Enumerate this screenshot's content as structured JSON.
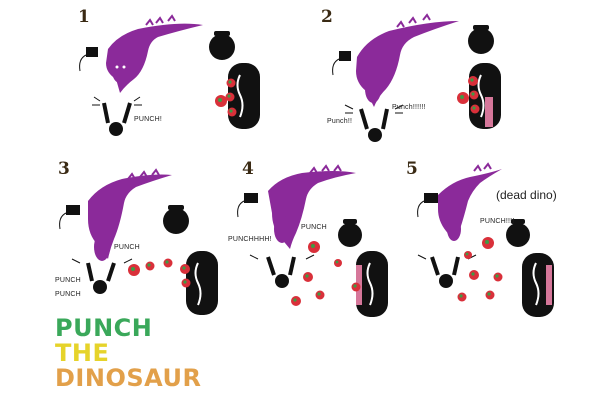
{
  "panels": [
    {
      "number": "1",
      "texts": [
        "PUNCH!"
      ]
    },
    {
      "number": "2",
      "texts": [
        "Punch!!",
        "Punch!!!!!!"
      ]
    },
    {
      "number": "3",
      "texts": [
        "PUNCH",
        "PUNCH",
        "PUNCH"
      ]
    },
    {
      "number": "4",
      "texts": [
        "PUNCHHHH!",
        "PUNCH"
      ]
    },
    {
      "number": "5",
      "texts": [
        "PUNCH!!!!"
      ],
      "caption": "(dead dino)"
    }
  ],
  "title": {
    "line1": "PUNCH",
    "line2": "THE",
    "line3": "DINOSAUR"
  },
  "colors": {
    "dino": "#8b2a9a",
    "bag": "#111111",
    "bag_stripe": "#d6779a",
    "apple": "#d9303a",
    "apple_spot": "#3f9a45",
    "title_line1": "#3aa85a",
    "title_line2": "#e6d32a",
    "title_line3": "#e2a04a",
    "number": "#3a2a14"
  }
}
